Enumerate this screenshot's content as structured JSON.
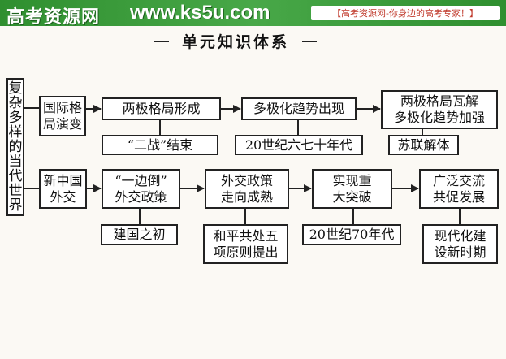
{
  "header": {
    "logo": "高考资源网",
    "site": "www.ks5u.com",
    "slogan": "【高考资源网-你身边的高考专家！】"
  },
  "title": "单元知识体系",
  "diagram": {
    "root": "复杂多样的当代世界",
    "row1": {
      "category": "国际格\n局演变",
      "stage1": "两极格局形成",
      "stage1_note": "“二战”结束",
      "stage2": "多极化趋势出现",
      "stage2_note": "20世纪六七十年代",
      "stage3": "两极格局瓦解\n多极化趋势加强",
      "stage3_note": "苏联解体"
    },
    "row2": {
      "category": "新中国\n外交",
      "stage1": "“一边倒”\n外交政策",
      "stage1_note": "建国之初",
      "stage2": "外交政策\n走向成熟",
      "stage2_note": "和平共处五\n项原则提出",
      "stage3": "实现重\n大突破",
      "stage3_note": "20世纪70年代",
      "stage4": "广泛交流\n共促发展",
      "stage4_note": "现代化建\n设新时期"
    }
  }
}
